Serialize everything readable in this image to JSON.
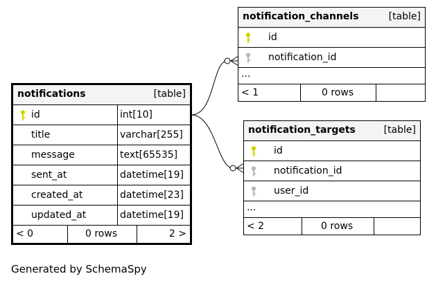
{
  "tables": {
    "notifications": {
      "name": "notifications",
      "kind": "[table]",
      "columns": [
        {
          "name": "id",
          "type": "int[10]",
          "key": "primary"
        },
        {
          "name": "title",
          "type": "varchar[255]",
          "key": "none"
        },
        {
          "name": "message",
          "type": "text[65535]",
          "key": "none"
        },
        {
          "name": "sent_at",
          "type": "datetime[19]",
          "key": "none"
        },
        {
          "name": "created_at",
          "type": "datetime[23]",
          "key": "none"
        },
        {
          "name": "updated_at",
          "type": "datetime[19]",
          "key": "none"
        }
      ],
      "footer": {
        "parents": "< 0",
        "rows": "0 rows",
        "children": "2 >"
      }
    },
    "notification_channels": {
      "name": "notification_channels",
      "kind": "[table]",
      "columns": [
        {
          "name": "id",
          "key": "primary"
        },
        {
          "name": "notification_id",
          "key": "foreign"
        }
      ],
      "more": "...",
      "footer": {
        "parents": "< 1",
        "rows": "0 rows",
        "children": ""
      }
    },
    "notification_targets": {
      "name": "notification_targets",
      "kind": "[table]",
      "columns": [
        {
          "name": "id",
          "key": "primary"
        },
        {
          "name": "notification_id",
          "key": "foreign"
        },
        {
          "name": "user_id",
          "key": "foreign"
        }
      ],
      "more": "...",
      "footer": {
        "parents": "< 2",
        "rows": "0 rows",
        "children": ""
      }
    }
  },
  "relationships": [
    {
      "from": "notification_channels.notification_id",
      "to": "notifications.id"
    },
    {
      "from": "notification_targets.notification_id",
      "to": "notifications.id"
    }
  ],
  "colors": {
    "primary_key": "#d4d400",
    "foreign_key": "#b8b8b8",
    "header_bg": "#f4f4f4"
  },
  "caption": "Generated by SchemaSpy"
}
